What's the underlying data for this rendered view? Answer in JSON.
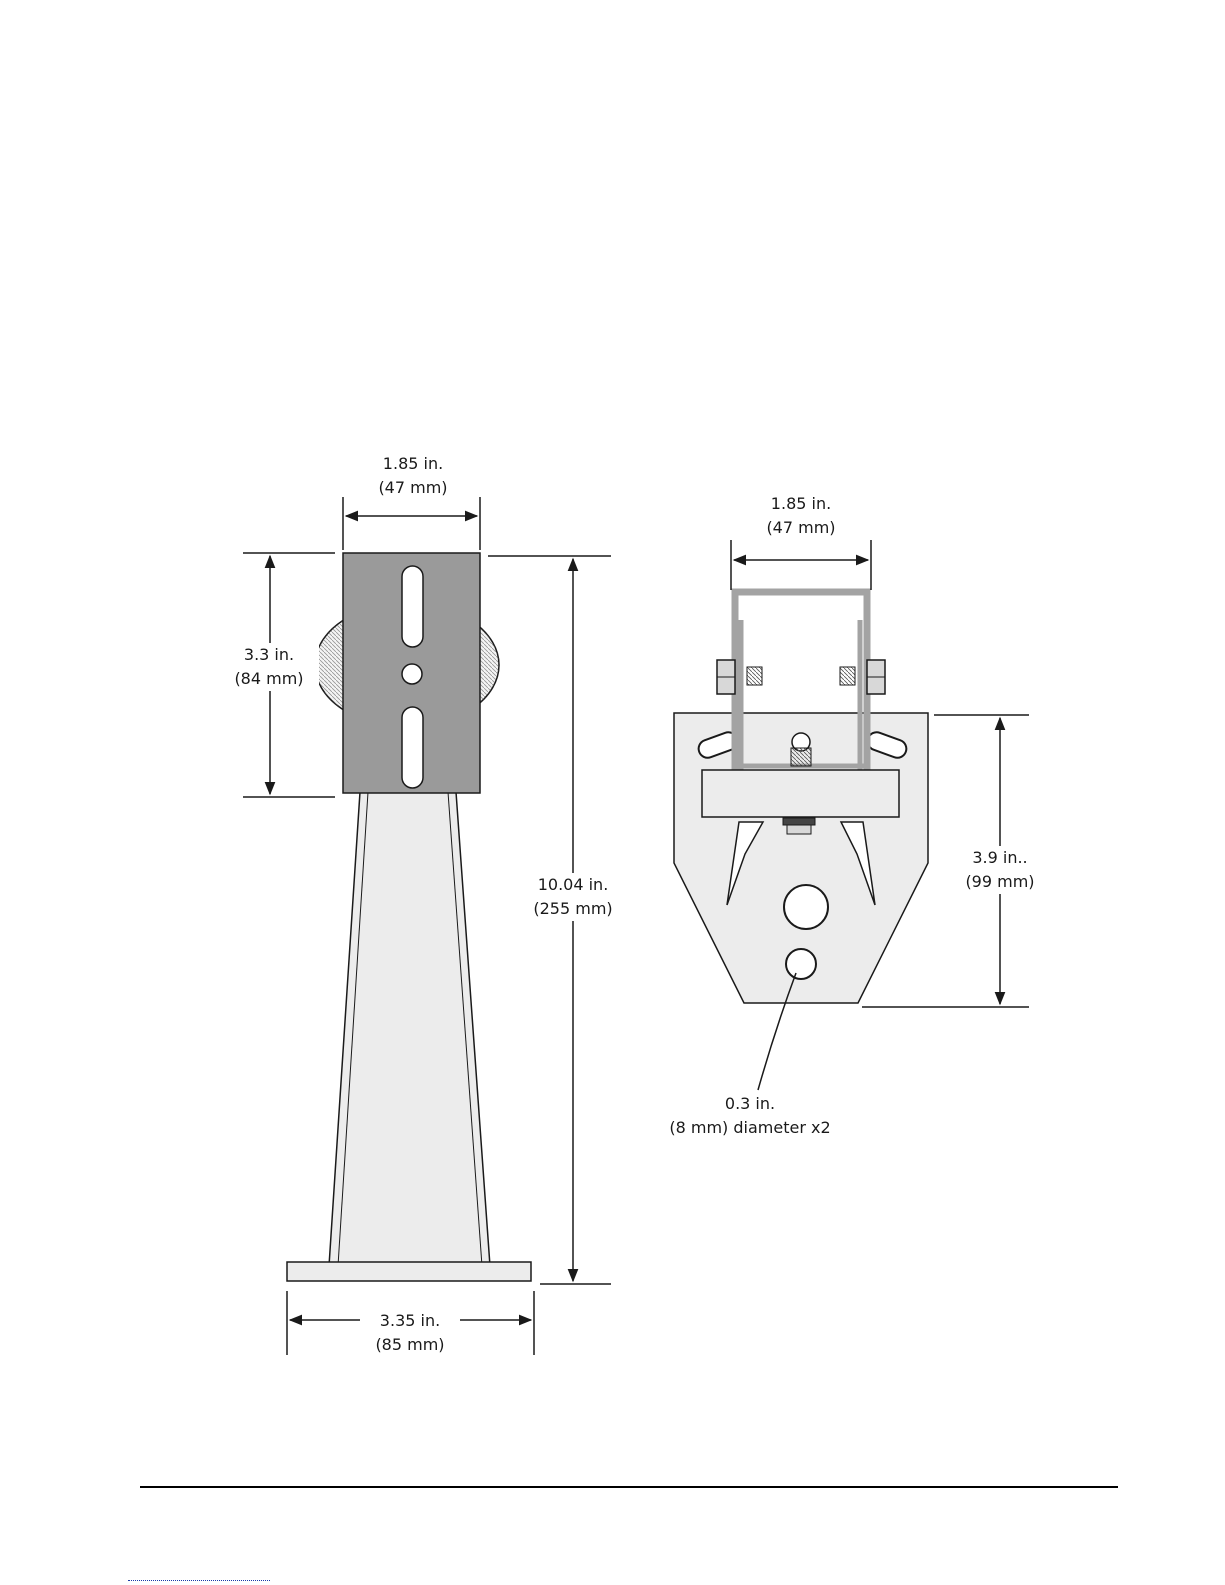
{
  "colors": {
    "line": "#1a1a1a",
    "dark_plate": "#9a9a9a",
    "light_body": "#ececec",
    "channel": "#a3a3a3",
    "footer_link": "#1a3aa8"
  },
  "side_view": {
    "top_width": {
      "in": "1.85 in.",
      "mm": "(47 mm)"
    },
    "plate_height": {
      "in": "3.3 in.",
      "mm": "(84 mm)"
    },
    "total_height": {
      "in": "10.04 in.",
      "mm": "(255 mm)"
    },
    "base_width": {
      "in": "3.35 in.",
      "mm": "(85 mm)"
    }
  },
  "front_view": {
    "channel_width": {
      "in": "1.85 in.",
      "mm": "(47 mm)"
    },
    "plate_height": {
      "in": "3.9 in..",
      "mm": "(99 mm)"
    },
    "hole": {
      "in": "0.3 in.",
      "mm": "(8 mm) diameter x2"
    }
  }
}
